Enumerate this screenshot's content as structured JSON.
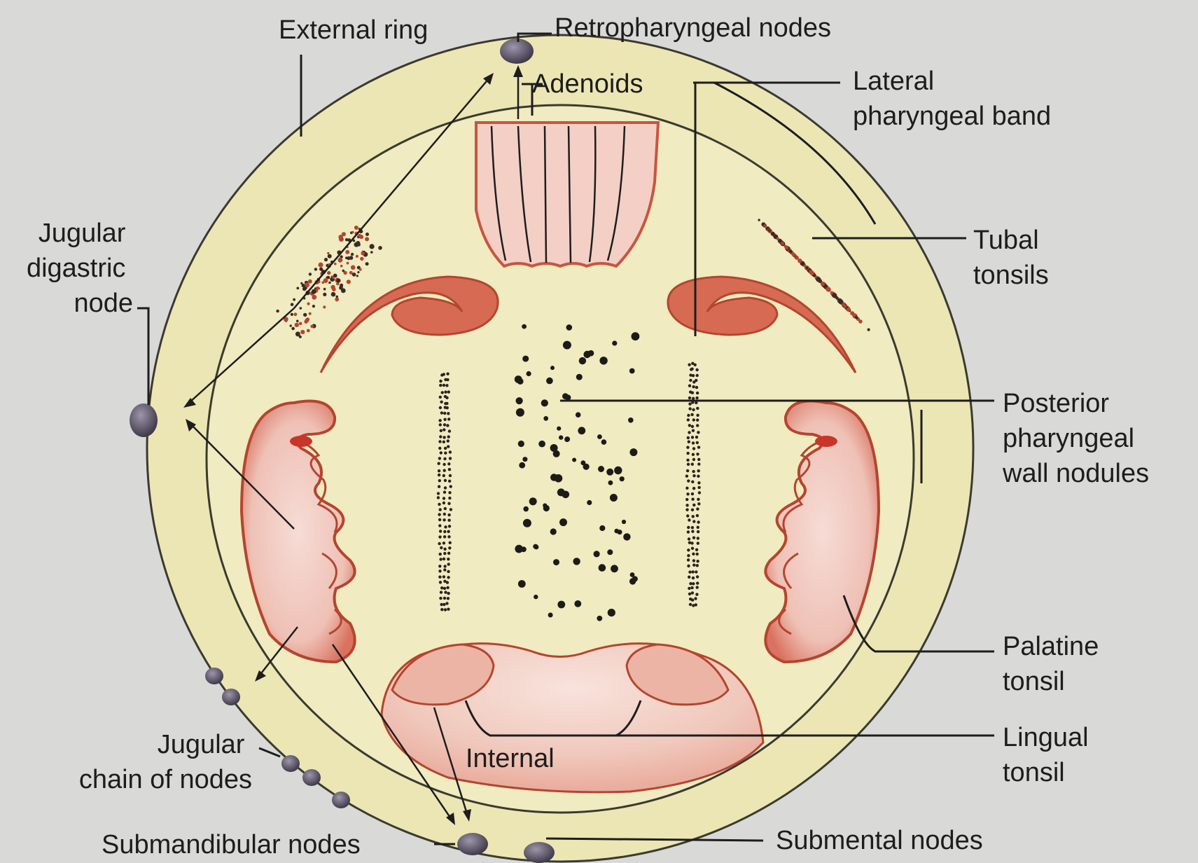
{
  "labels": {
    "external_ring": "External ring",
    "retropharyngeal_nodes": "Retropharyngeal nodes",
    "adenoids": "Adenoids",
    "lateral_pharyngeal_band": [
      "Lateral",
      "pharyngeal band"
    ],
    "jugular_digastric_node": [
      "Jugular",
      "digastric",
      "node"
    ],
    "tubal_tonsils": [
      "Tubal",
      "tonsils"
    ],
    "posterior_pharyngeal_wall_nodules": [
      "Posterior",
      "pharyngeal",
      "wall nodules"
    ],
    "palatine_tonsil": [
      "Palatine",
      "tonsil"
    ],
    "lingual_tonsil": [
      "Lingual",
      "tonsil"
    ],
    "jugular_chain_of_nodes": [
      "Jugular",
      "chain of nodes"
    ],
    "internal": "Internal",
    "submandibular_nodes": "Submandibular nodes",
    "submental_nodes": "Submental nodes"
  },
  "colors": {
    "background": "#d9d9d7",
    "ring_fill": "#ece6b4",
    "ring_stroke": "#3a3a30",
    "tissue_red": "#c8553f",
    "tissue_pink": "#f0c6bc",
    "node_fill": "#5a5466",
    "label_text": "#1d1d1d"
  }
}
